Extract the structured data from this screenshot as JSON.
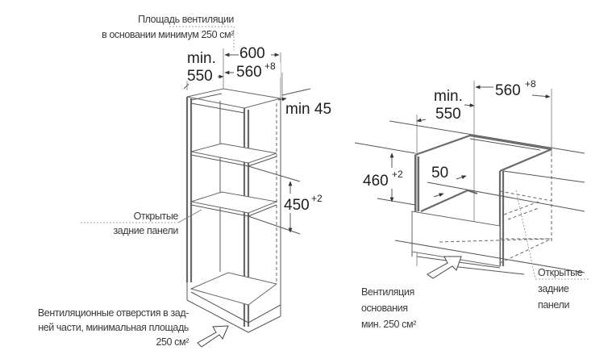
{
  "left_diagram": {
    "title": "Built-in column cabinet with shelves",
    "labels": {
      "ventilation_top_line1": "Площадь вентиляции",
      "ventilation_top_line2": "в основании минимум 250 см²",
      "open_rear_line1": "Открытые",
      "open_rear_line2": "задние панели",
      "rear_vent_line1": "Вентиляционные отверстия в зад-",
      "rear_vent_line2": "ней части, минимальная площадь",
      "rear_vent_line3": "250 см²"
    },
    "dimensions": {
      "width_outer": "600",
      "width_inner": "560",
      "width_inner_tol": "+8",
      "depth_min_label": "min.",
      "depth_min_value": "550",
      "top_gap": "min 45",
      "niche_height": "450",
      "niche_height_tol": "+2"
    }
  },
  "right_diagram": {
    "title": "Under-counter installation",
    "labels": {
      "base_vent_line1": "Вентиляция",
      "base_vent_line2": "основания",
      "base_vent_line3": "мин. 250 см²",
      "open_rear_line1": "Открытые",
      "open_rear_line2": "задние",
      "open_rear_line3": "панели"
    },
    "dimensions": {
      "depth_min_label": "min.",
      "depth_min_value": "550",
      "width_inner": "560",
      "width_inner_tol": "+8",
      "niche_height": "460",
      "niche_height_tol": "+2",
      "rear_gap": "50"
    }
  },
  "colors": {
    "line": "#555555",
    "text": "#333333",
    "background": "#ffffff"
  }
}
